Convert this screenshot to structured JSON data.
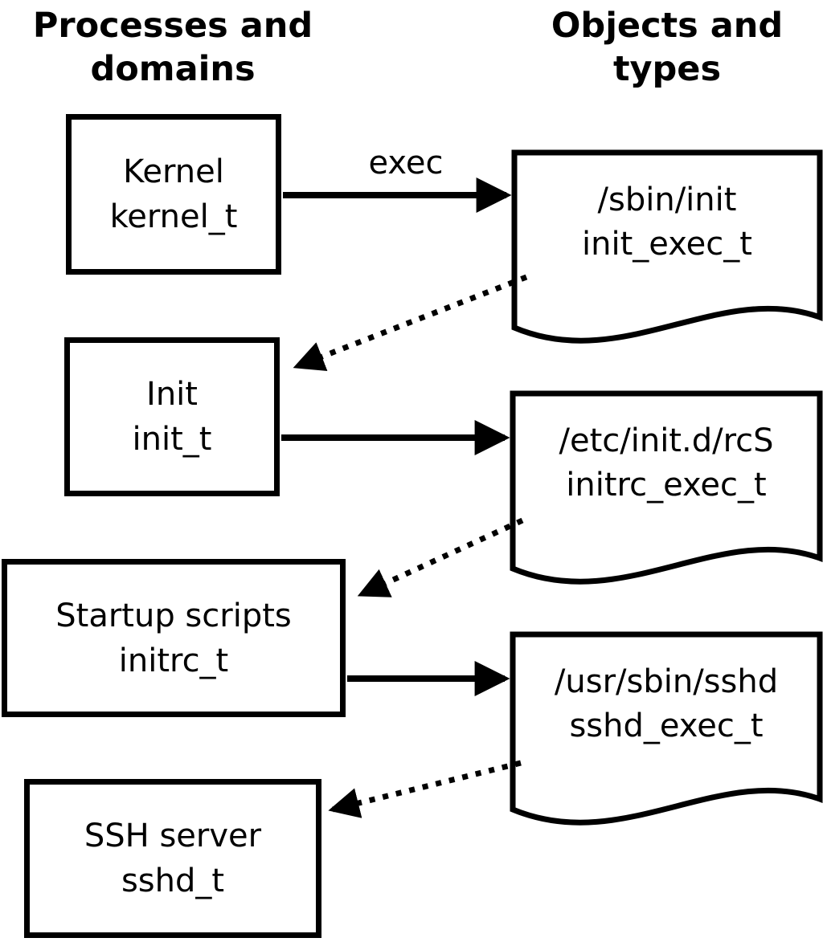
{
  "diagram": {
    "title_left": "Processes and domains",
    "title_right": "Objects and types",
    "processes": [
      {
        "name": "Kernel",
        "type": "kernel_t"
      },
      {
        "name": "Init",
        "type": "init_t"
      },
      {
        "name": "Startup scripts",
        "type": "initrc_t"
      },
      {
        "name": "SSH server",
        "type": "sshd_t"
      }
    ],
    "objects": [
      {
        "path": "/sbin/init",
        "type": "init_exec_t"
      },
      {
        "path": "/etc/init.d/rcS",
        "type": "initrc_exec_t"
      },
      {
        "path": "/usr/sbin/sshd",
        "type": "sshd_exec_t"
      }
    ],
    "edge_labels": {
      "exec": "exec"
    },
    "colors": {
      "stroke": "#000000",
      "fill": "#ffffff"
    }
  }
}
